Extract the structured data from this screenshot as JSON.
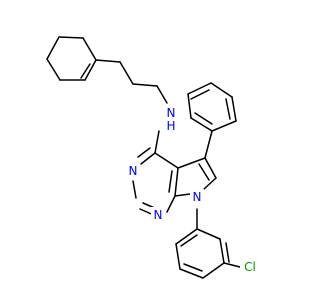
{
  "atoms": {
    "N_amine": {
      "label": "N",
      "color": "#0000ff"
    },
    "H_amine": {
      "label": "H",
      "color": "#0000ff"
    },
    "N_pyrimidine_top": {
      "label": "N",
      "color": "#0000ff"
    },
    "N_pyrimidine_bottom": {
      "label": "N",
      "color": "#0000ff"
    },
    "N_pyrrole": {
      "label": "N",
      "color": "#0000ff"
    },
    "Cl": {
      "label": "Cl",
      "color": "#00a000"
    }
  },
  "colors": {
    "bond": "#000000",
    "nitrogen": "#0000ff",
    "chlorine": "#00a000",
    "background": "#ffffff"
  }
}
